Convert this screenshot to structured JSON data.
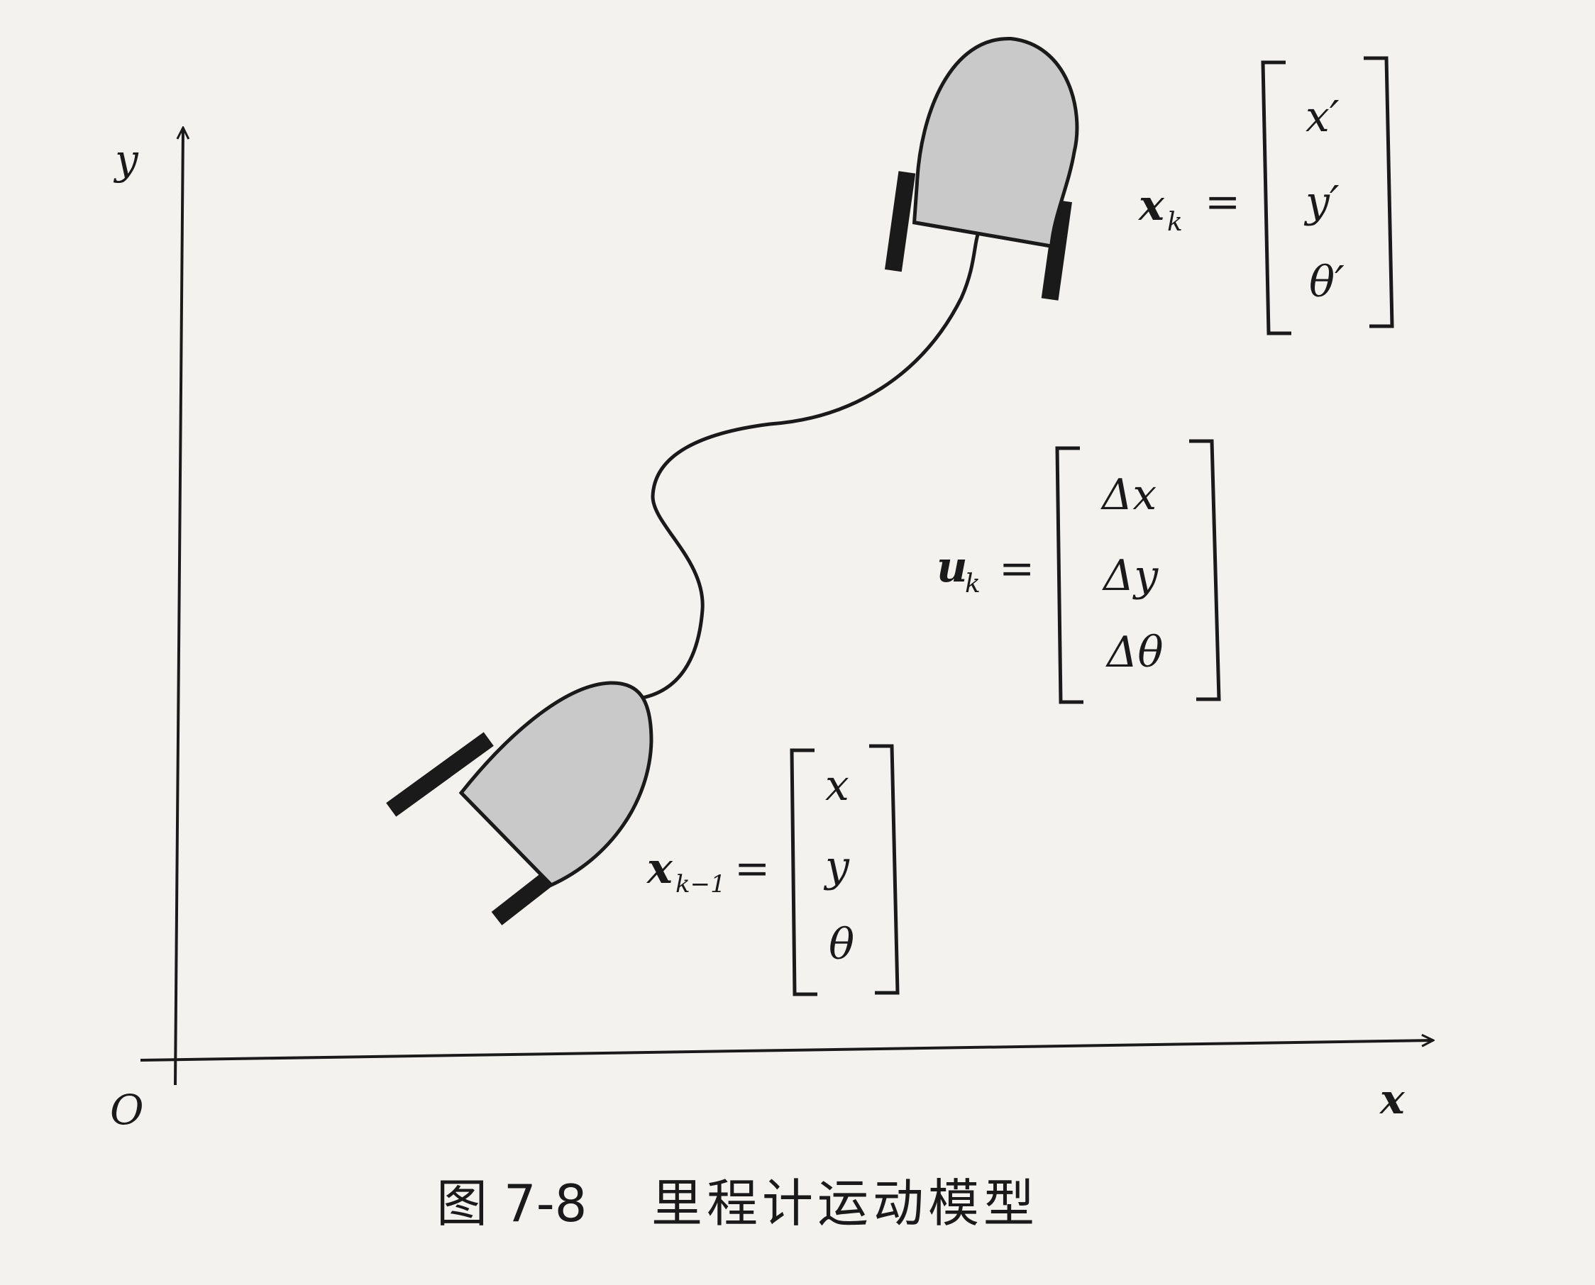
{
  "axes": {
    "origin_label": "O",
    "x_label": "x",
    "y_label": "y"
  },
  "state_k": {
    "symbol": "x",
    "subscript": "k",
    "equals": "=",
    "entries": [
      "x′",
      "y′",
      "θ′"
    ]
  },
  "control_k": {
    "symbol": "u",
    "subscript": "k",
    "equals": "=",
    "entries": [
      "Δx",
      "Δy",
      "Δθ"
    ]
  },
  "state_k_minus_1": {
    "symbol": "x",
    "subscript": "k−1",
    "equals": "=",
    "entries": [
      "x",
      "y",
      "θ"
    ]
  },
  "caption": {
    "figure_number": "图 7-8",
    "title": "里程计运动模型"
  },
  "colors": {
    "background": "#f3f2ef",
    "ink": "#1a1a1a",
    "robot_body": "#c9c9c9"
  }
}
